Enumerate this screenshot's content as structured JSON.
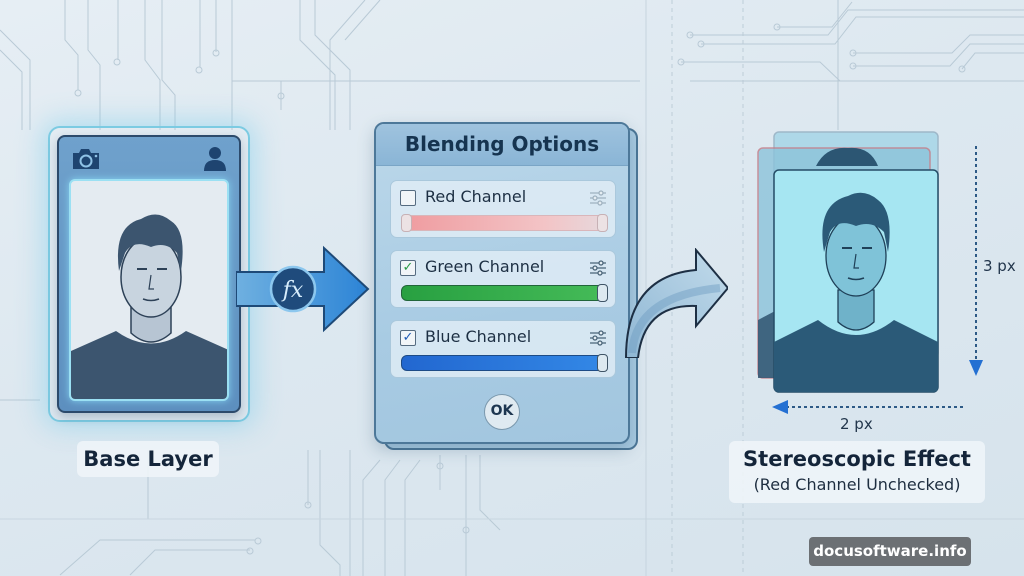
{
  "base_layer": {
    "label": "Base Layer",
    "icons": [
      "camera-icon",
      "user-icon"
    ]
  },
  "fx_arrow": {
    "symbol": "fx"
  },
  "blending_panel": {
    "title": "Blending Options",
    "channels": [
      {
        "name": "Red Channel",
        "checked": false,
        "check_glyph": "",
        "color": "#ef9b9f",
        "slider_value": 0
      },
      {
        "name": "Green Channel",
        "checked": true,
        "check_glyph": "✓",
        "color": "#2fa84a",
        "slider_value": 100
      },
      {
        "name": "Blue Channel",
        "checked": true,
        "check_glyph": "✓",
        "color": "#2776dc",
        "slider_value": 100
      }
    ],
    "ok_label": "OK"
  },
  "result": {
    "title": "Stereoscopic Effect",
    "subtitle": "(Red Channel Unchecked)",
    "offset_vertical": "3 px",
    "offset_horizontal": "2 px"
  },
  "watermark": "docusoftware.info",
  "colors": {
    "accent_blue": "#2776dc",
    "glow_cyan": "#7ccbe2",
    "panel_bg": "#a8cbe3",
    "text_dark": "#14253a"
  }
}
